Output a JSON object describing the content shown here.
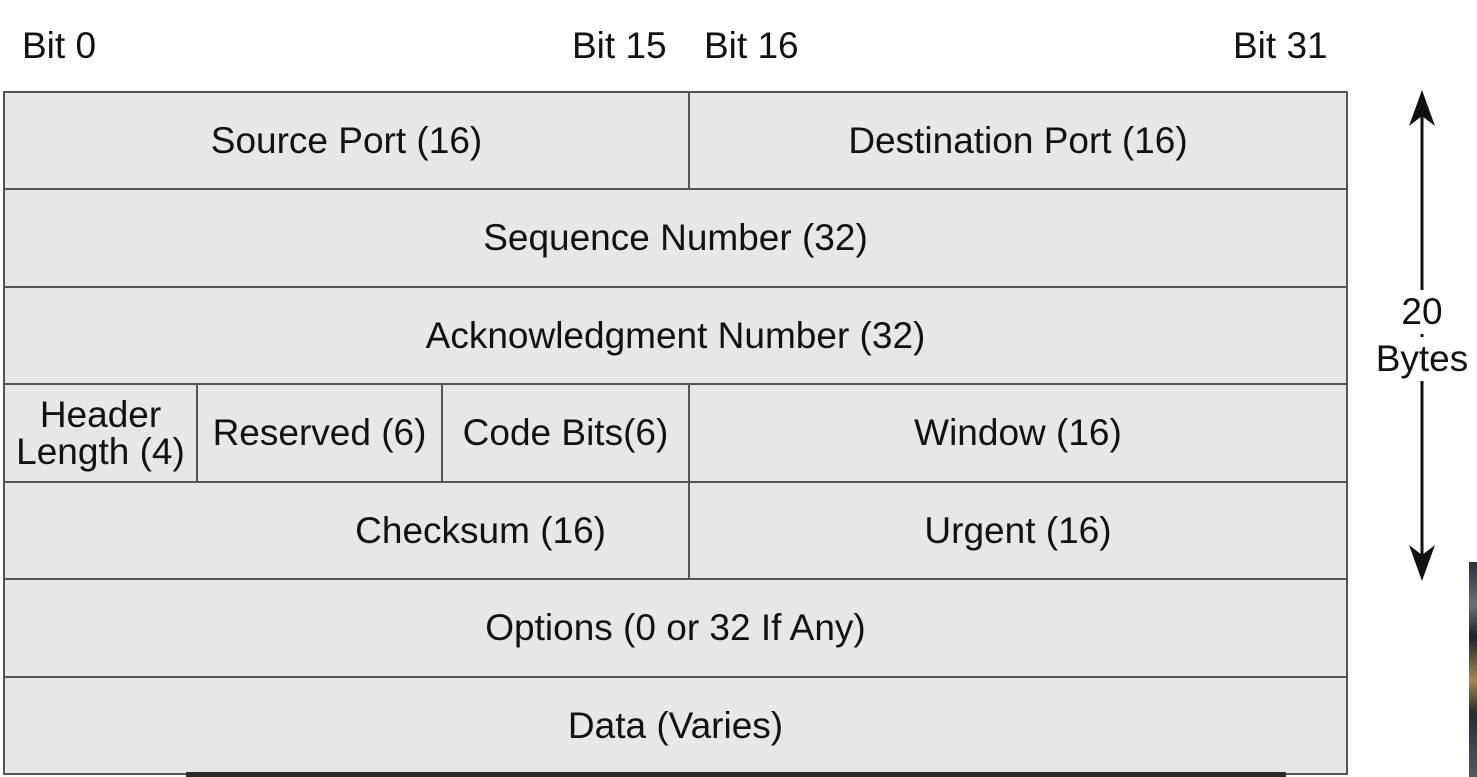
{
  "bit_labels": {
    "bit0": "Bit 0",
    "bit15": "Bit 15",
    "bit16": "Bit 16",
    "bit31": "Bit 31"
  },
  "rows": {
    "source_port": "Source Port (16)",
    "destination_port": "Destination Port (16)",
    "sequence_number": "Sequence Number (32)",
    "acknowledgment_number": "Acknowledgment Number (32)",
    "header_length_line1": "Header",
    "header_length_line2": "Length (4)",
    "reserved": "Reserved (6)",
    "code_bits": "Code Bits(6)",
    "window": "Window (16)",
    "checksum": "Checksum (16)",
    "urgent": "Urgent (16)",
    "options": "Options (0 or 32 If Any)",
    "data": "Data (Varies)"
  },
  "header_span": {
    "value": "20",
    "unit": "Bytes"
  },
  "colors": {
    "cell_fill": "#e7e7e8",
    "grid_line": "#555555",
    "text": "#111111"
  }
}
